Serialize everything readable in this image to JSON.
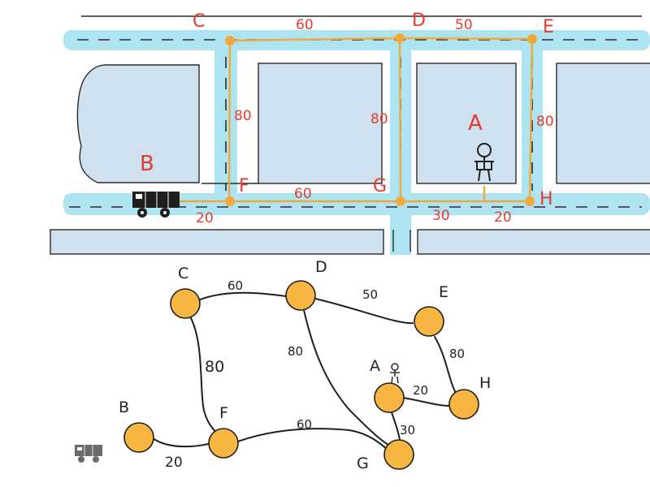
{
  "map": {
    "nodes": {
      "C": {
        "label": "C"
      },
      "D": {
        "label": "D"
      },
      "E": {
        "label": "E"
      },
      "F": {
        "label": "F"
      },
      "G": {
        "label": "G"
      },
      "H": {
        "label": "H"
      }
    },
    "places": {
      "A": "A",
      "B": "B"
    },
    "edges": {
      "cd": "60",
      "de": "50",
      "cf": "80",
      "dg": "80",
      "eh": "80",
      "fg": "60",
      "truck_f": "20",
      "g_a": "30",
      "a_h": "20"
    }
  },
  "graph": {
    "nodes": {
      "A": "A",
      "B": "B",
      "C": "C",
      "D": "D",
      "E": "E",
      "F": "F",
      "G": "G",
      "H": "H"
    },
    "edges": {
      "bf": "20",
      "cd": "60",
      "cf": "80",
      "de": "50",
      "dg": "80",
      "eh": "80",
      "fg": "60",
      "ag": "30",
      "ah": "20"
    }
  },
  "colors": {
    "road": "#aee4f2",
    "block": "#cfe0ef",
    "path": "#f0a93a",
    "node_fill": "#f7b542",
    "label_red": "#e53b2e"
  },
  "icons": {
    "truck": "truck-icon",
    "person": "person-icon",
    "node": "circle"
  }
}
